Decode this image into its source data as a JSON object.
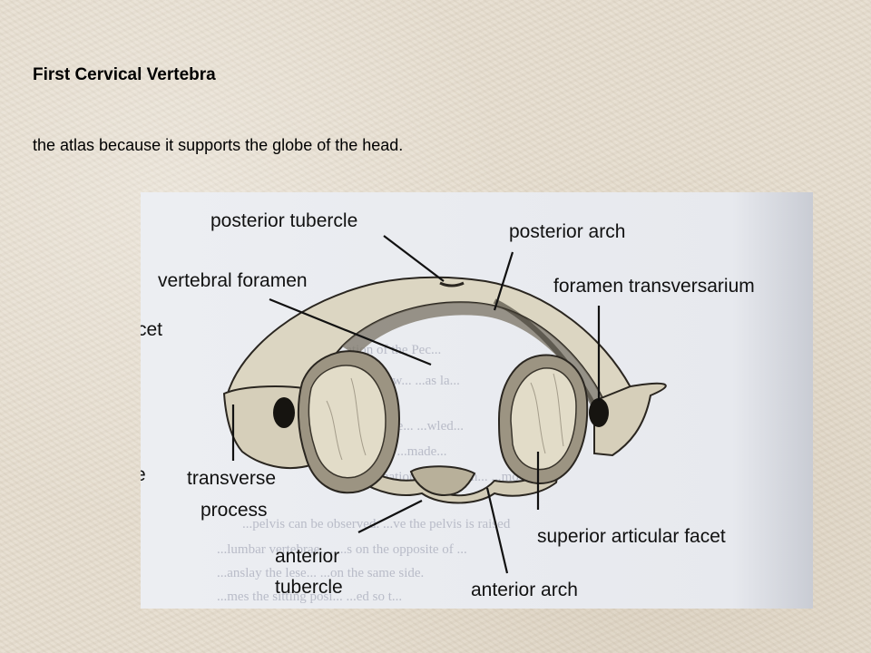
{
  "slide": {
    "title": "First Cervical Vertebra",
    "subtitle": "the atlas because it supports the globe of the head."
  },
  "figure": {
    "labels": {
      "posterior_tubercle": "posterior tubercle",
      "posterior_arch": "posterior arch",
      "vertebral_foramen": "vertebral foramen",
      "foramen_transversarium": "foramen transversarium",
      "transverse_process_line1": "transverse",
      "transverse_process_line2": "process",
      "superior_articular_facet": "superior articular facet",
      "anterior_tubercle_line1": "anterior",
      "anterior_tubercle_line2": "tubercle",
      "anterior_arch": "anterior arch"
    },
    "side_fragments": {
      "left_top": "cet",
      "left_bottom": "e"
    },
    "background_page_text": [
      "...ation of the Pec...",
      "...ed that the w... ...as la...",
      "...the tips of the... ...wled...",
      "...column. T... ...made...",
      "...the examination room so th... ...move...",
      "...pelvis can be observed. ...ve the pelvis is raised",
      "...lumbar vertebrae.... ...s on the opposite of ...",
      "...anslay the lese... ...on the same side.",
      "...mes the sitting posi... ...ed so t..."
    ]
  },
  "colors": {
    "bone_fill": "#dcd6c2",
    "bone_shadow": "#6a6458",
    "facet_fill": "#e2dcc8",
    "figure_bg": "#eceef2"
  }
}
